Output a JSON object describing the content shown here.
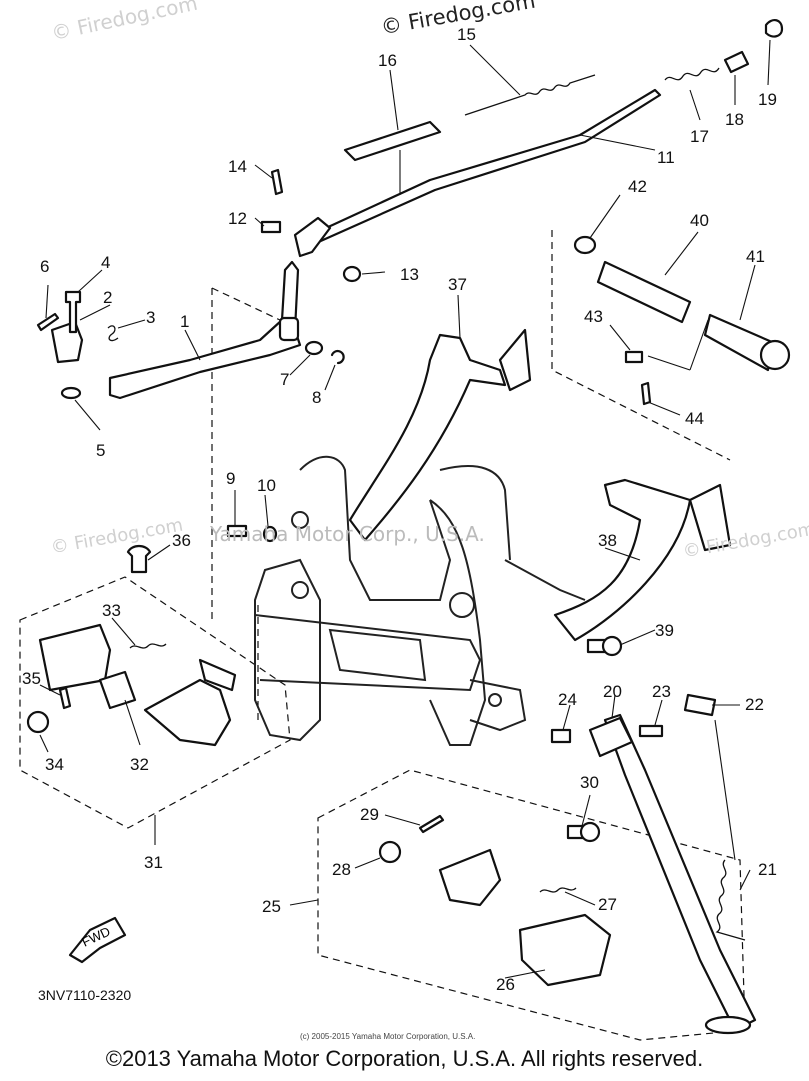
{
  "watermarks": {
    "top_left": "© Firedog.com",
    "top_center": "© Firedog.com",
    "middle_left": "© Firedog.com",
    "middle_right": "© Firedog.com",
    "center": "Yamaha Motor Corp., U.S.A."
  },
  "callouts": [
    "1",
    "2",
    "3",
    "4",
    "5",
    "6",
    "7",
    "8",
    "9",
    "10",
    "11",
    "12",
    "13",
    "14",
    "15",
    "16",
    "17",
    "18",
    "19",
    "20",
    "21",
    "22",
    "23",
    "24",
    "25",
    "26",
    "27",
    "28",
    "29",
    "30",
    "31",
    "32",
    "33",
    "34",
    "35",
    "36",
    "37",
    "38",
    "39",
    "40",
    "41",
    "42",
    "43",
    "44"
  ],
  "fwd_label": "FWD",
  "diagram_code": "3NV7110-2320",
  "copyright_small": "(c) 2005-2015 Yamaha Motor Corporation, U.S.A.",
  "copyright_main": "©2013 Yamaha Motor Corporation, U.S.A. All rights reserved."
}
